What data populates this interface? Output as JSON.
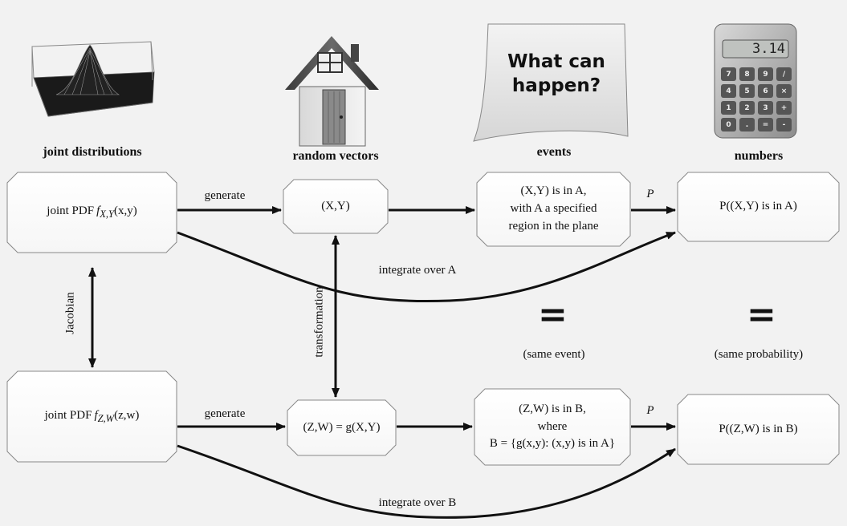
{
  "headers": [
    "joint distributions",
    "random vectors",
    "events",
    "numbers"
  ],
  "icons": {
    "note_text": "What can happen?",
    "calculator_display": "3.14",
    "calculator_keys": [
      "7",
      "8",
      "9",
      "/",
      "4",
      "5",
      "6",
      "×",
      "1",
      "2",
      "3",
      "+",
      "0",
      ".",
      "=",
      "-"
    ]
  },
  "boxes": {
    "joint_pdf_xy": {
      "prefix": "joint PDF",
      "f": "f",
      "sub": "X,Y",
      "args": "(x,y)"
    },
    "vector_xy": "(X,Y)",
    "event_a": [
      "(X,Y) is in A,",
      "with A a specified",
      "region in the plane"
    ],
    "prob_a": "P((X,Y) is in A)",
    "joint_pdf_zw": {
      "prefix": "joint PDF",
      "f": "f",
      "sub": "Z,W",
      "args": "(z,w)"
    },
    "vector_zw": "(Z,W) = g(X,Y)",
    "event_b": [
      "(Z,W) is in B,",
      "where",
      "B = {g(x,y): (x,y) is in A}"
    ],
    "prob_b": "P((Z,W) is in B)"
  },
  "edge_labels": {
    "generate_top": "generate",
    "p_top": "P",
    "integrate_a": "integrate over A",
    "generate_bottom": "generate",
    "p_bottom": "P",
    "integrate_b": "integrate over B",
    "jacobian": "Jacobian",
    "transformation": "transformation"
  },
  "equals": {
    "event_symbol": "=",
    "prob_symbol": "=",
    "event_note": "(same event)",
    "prob_note": "(same probability)"
  }
}
